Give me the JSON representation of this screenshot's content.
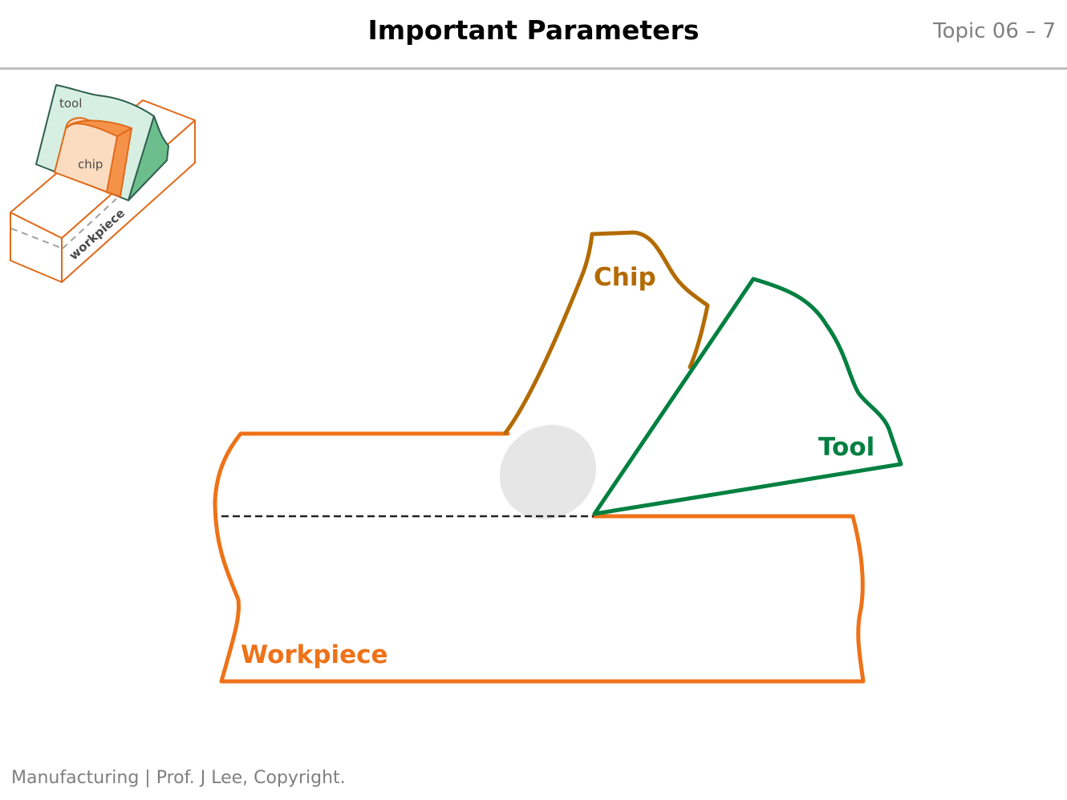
{
  "header": {
    "title": "Important Parameters",
    "topic": "Topic 06 – 7"
  },
  "footer": {
    "text": "Manufacturing | Prof. J Lee, Copyright."
  },
  "thumbnail": {
    "labels": {
      "tool": "tool",
      "chip": "chip",
      "workpiece": "workpiece"
    }
  },
  "diagram": {
    "labels": {
      "chip": "Chip",
      "tool": "Tool",
      "workpiece": "Workpiece"
    },
    "colors": {
      "workpiece": "#ee7218",
      "chip": "#b36b00",
      "tool": "#008040",
      "shear_zone": "#e6e6e6",
      "dashed_line": "#222222",
      "thumb_tool_fill": "#d6efe2",
      "thumb_tool_side": "#6cbf8c",
      "thumb_chip_fill": "#fbdcc0",
      "thumb_chip_side": "#f5924a"
    }
  }
}
